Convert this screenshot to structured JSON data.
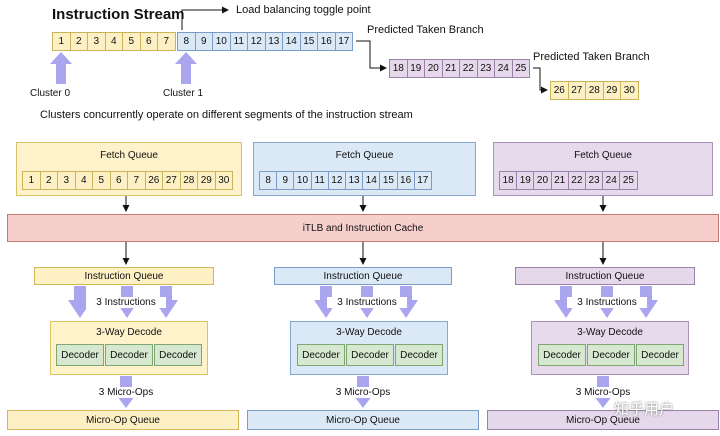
{
  "title": "Instruction Stream",
  "toggle_label": "Load balancing toggle point",
  "branch_label_1": "Predicted Taken Branch",
  "branch_label_2": "Predicted Taken Branch",
  "stream_a": [
    "1",
    "2",
    "3",
    "4",
    "5",
    "6",
    "7"
  ],
  "stream_b": [
    "8",
    "9",
    "10",
    "11",
    "12",
    "13",
    "14",
    "15",
    "16",
    "17"
  ],
  "stream_c": [
    "18",
    "19",
    "20",
    "21",
    "22",
    "23",
    "24",
    "25"
  ],
  "stream_d": [
    "26",
    "27",
    "28",
    "29",
    "30"
  ],
  "cluster0": "Cluster 0",
  "cluster1": "Cluster 1",
  "caption": "Clusters concurrently operate on different segments of the instruction stream",
  "fetch_queue_title": "Fetch Queue",
  "fetch_left": [
    "1",
    "2",
    "3",
    "4",
    "5",
    "6",
    "7",
    "26",
    "27",
    "28",
    "29",
    "30"
  ],
  "fetch_middle": [
    "8",
    "9",
    "10",
    "11",
    "12",
    "13",
    "14",
    "15",
    "16",
    "17"
  ],
  "fetch_right": [
    "18",
    "19",
    "20",
    "21",
    "22",
    "23",
    "24",
    "25"
  ],
  "itlb": "iTLB and Instruction Cache",
  "instruction_queue": "Instruction Queue",
  "three_instructions": "3 Instructions",
  "decode_title": "3-Way Decode",
  "decoder": "Decoder",
  "micro_ops": "3 Micro-Ops",
  "micro_op_queue": "Micro-Op Queue",
  "watermark": "知乎用户",
  "colors": {
    "yellow": "#fdf0c4",
    "blue": "#dbe8f6",
    "purple": "#e4d8ea",
    "green": "#d6e8cf",
    "pink": "#f6cfcc",
    "arrow": "#a9a6ef"
  }
}
